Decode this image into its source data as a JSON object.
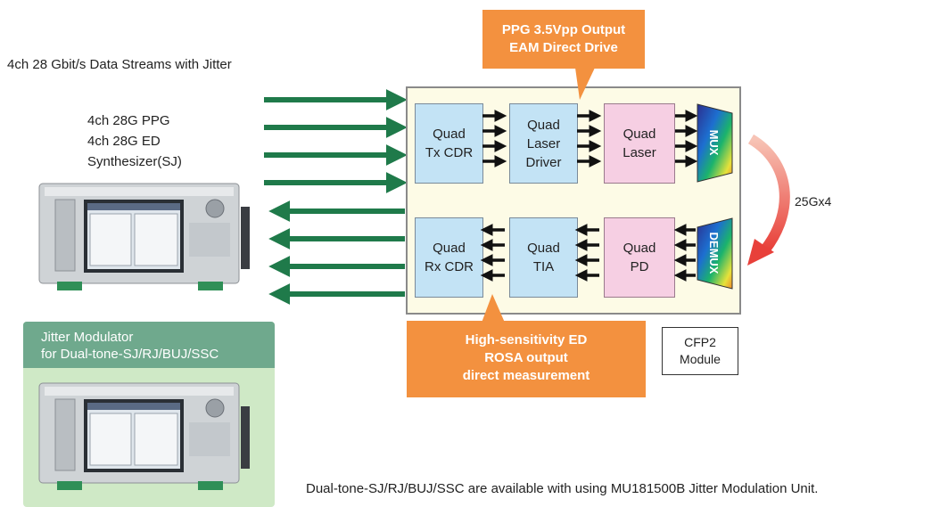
{
  "header": {
    "data_streams": "4ch 28 Gbit/s Data Streams with Jitter"
  },
  "equipment": {
    "line1": "4ch 28G PPG",
    "line2": "4ch 28G ED",
    "line3": "Synthesizer(SJ)"
  },
  "jitter_modulator": {
    "line1": "Jitter Modulator",
    "line2": "for Dual-tone-SJ/RJ/BUJ/SSC"
  },
  "tx_path": {
    "cdr": {
      "line1": "Quad",
      "line2": "Tx CDR"
    },
    "driver": {
      "line1": "Quad",
      "line2": "Laser",
      "line3": "Driver"
    },
    "laser": {
      "line1": "Quad",
      "line2": "Laser"
    },
    "mux": "MUX"
  },
  "rx_path": {
    "cdr": {
      "line1": "Quad",
      "line2": "Rx CDR"
    },
    "tia": {
      "line1": "Quad",
      "line2": "TIA"
    },
    "pd": {
      "line1": "Quad",
      "line2": "PD"
    },
    "demux": "DEMUX"
  },
  "callout_top": {
    "line1": "PPG 3.5Vpp Output",
    "line2": "EAM Direct Drive"
  },
  "callout_bottom": {
    "line1": "High-sensitivity ED",
    "line2": "ROSA output",
    "line3": "direct measurement"
  },
  "module_label": {
    "line1": "CFP2",
    "line2": "Module"
  },
  "loopback_label": "25Gx4",
  "footer": "Dual-tone-SJ/RJ/BUJ/SSC are available with using MU181500B Jitter Modulation Unit.",
  "colors": {
    "arrow_green": "#1f7a4a",
    "callout_orange": "#f3913f",
    "block_blue": "#c3e3f5",
    "block_pink": "#f6cfe3",
    "module_bg": "#fdfbe6",
    "panel_green": "#cfe9c6",
    "panel_header": "#6fa98d",
    "loop_arrow_red": "#e8403a"
  }
}
